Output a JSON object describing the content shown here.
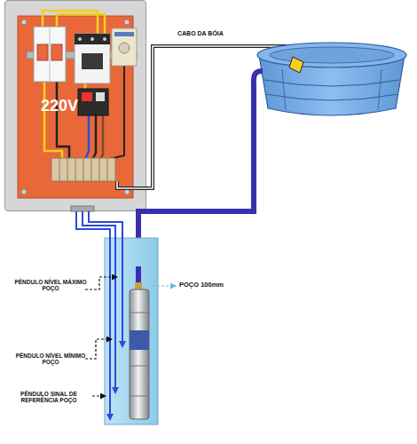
{
  "diagram": {
    "nodes": [
      {
        "text": [
          "220V"
        ]
      }
    ],
    "labels": [
      "CABO DA BÓIA",
      "PÊNDULO NÍVEL MÁXIMO POÇO",
      "PÊNDULO NÍVEL MÍNIMO POÇO",
      "PÊNDULO SINAL DE REFERÊNCIA POÇO",
      "POÇO 100mm"
    ]
  }
}
